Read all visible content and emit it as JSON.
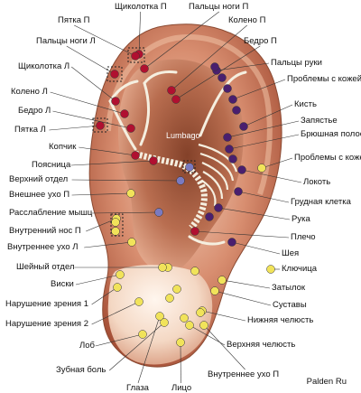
{
  "diagram": {
    "center_label": "Lumbago",
    "watermark": "Palden Ru",
    "labels_top": [
      "Щиколотка П",
      "Пятка П",
      "Пальцы ноги П",
      "Колено П",
      "Бедро П",
      "Пальцы ноги Л"
    ],
    "labels_left": [
      "Щиколотка Л",
      "Колено Л",
      "Бедро Л",
      "Пятка Л",
      "Копчик",
      "Поясница",
      "Верхний отдел",
      "Внешнее ухо П",
      "Расслабление мышц",
      "Внутренний нос П",
      "Внутреннее ухо Л",
      "Шейный отдел",
      "Виски",
      "Нарушение зрения 1",
      "Нарушение зрения 2",
      "Лоб",
      "Зубная боль"
    ],
    "labels_right": [
      "Пальцы руки",
      "Проблемы с кожей П",
      "Кисть",
      "Запястье",
      "Брюшная полость",
      "Проблемы с кожей Л",
      "Локоть",
      "Грудная клетка",
      "Рука",
      "Плечо",
      "Шея",
      "Ключица",
      "Затылок",
      "Суставы",
      "Нижняя челюсть",
      "Верхняя челюсть"
    ],
    "labels_bottom": [
      "Глаза",
      "Лицо",
      "Внутреннее ухо П"
    ]
  }
}
